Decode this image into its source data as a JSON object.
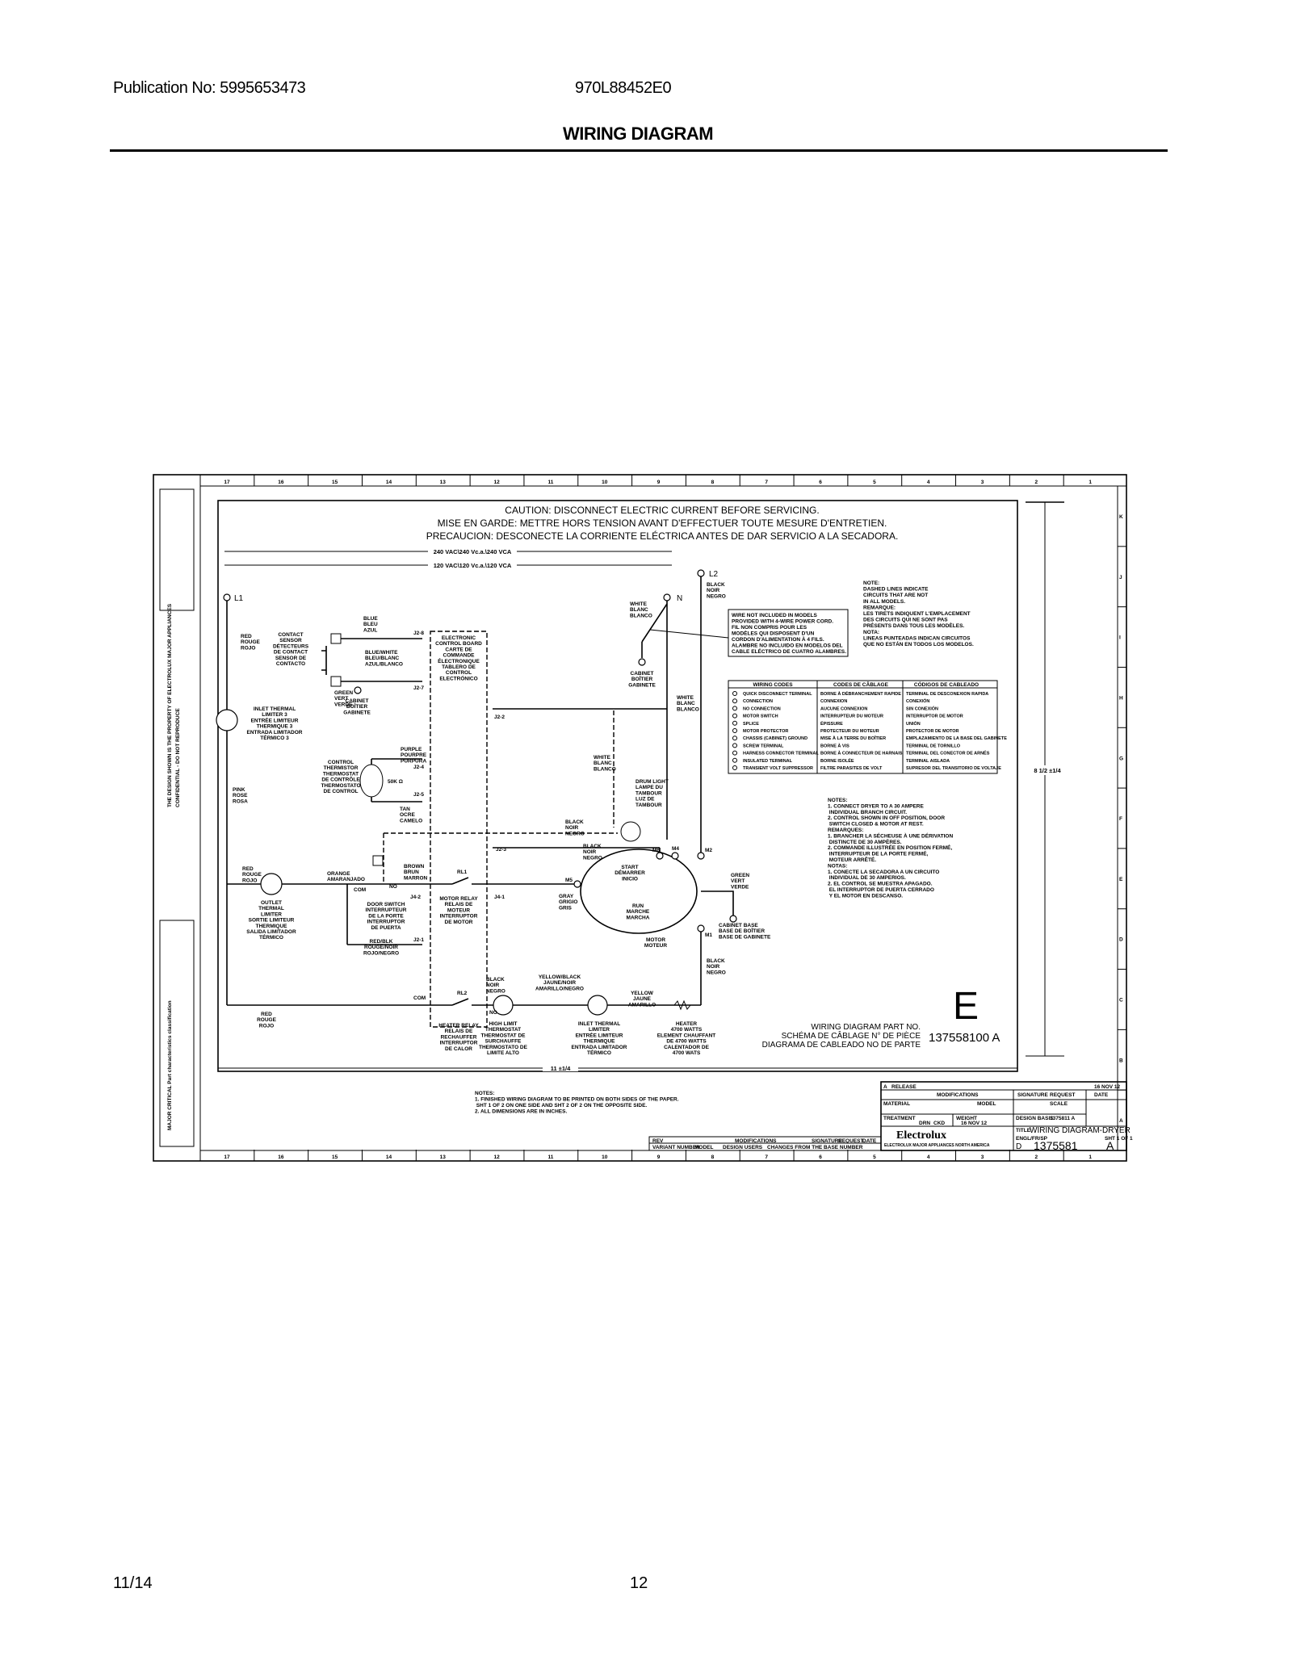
{
  "header": {
    "publication": "Publication No: 5995653473",
    "model": "970L88452E0",
    "title": "WIRING DIAGRAM"
  },
  "footer": {
    "date": "11/14",
    "page": "12"
  },
  "diagram": {
    "columns": [
      "17",
      "16",
      "15",
      "14",
      "13",
      "12",
      "11",
      "10",
      "9",
      "8",
      "7",
      "6",
      "5",
      "4",
      "3",
      "2",
      "1"
    ],
    "rows": [
      "K",
      "J",
      "I",
      "H",
      "G",
      "F",
      "E",
      "D",
      "C",
      "B",
      "A"
    ],
    "caution": [
      "CAUTION: DISCONNECT ELECTRIC CURRENT BEFORE SERVICING.",
      "MISE EN GARDE: METTRE HORS TENSION AVANT D'EFFECTUER TOUTE MESURE D'ENTRETIEN.",
      "PRECAUCION: DESCONECTE LA CORRIENTE ELÉCTRICA ANTES DE DAR SERVICIO A LA SECADORA."
    ],
    "v240": "240 VAC\\240 Vc.a.\\240 VCA",
    "v120": "120 VAC\\120 Vc.a.\\120 VCA",
    "L1": "L1",
    "N": "N",
    "L2": "L2",
    "labels": {
      "red_top": [
        "RED",
        "ROUGE",
        "ROJO"
      ],
      "contact_sensor": [
        "CONTACT",
        "SENSOR",
        "DÉTECTEURS",
        "DE CONTACT",
        "SENSOR DE",
        "CONTACTO"
      ],
      "blue": [
        "BLUE",
        "BLEU",
        "AZUL"
      ],
      "blue_white": [
        "BLUE/WHITE",
        "BLEU/BLANC",
        "AZUL/BLANCO"
      ],
      "green_top": [
        "GREEN",
        "VERT",
        "VERDE"
      ],
      "cabinet_top": [
        "CABINET",
        "BOÎTIER",
        "GABINETE"
      ],
      "ecb": [
        "ELECTRONIC",
        "CONTROL BOARD",
        "CARTE DE",
        "COMMANDE",
        "ÉLECTRONIQUE",
        "TABLERO DE",
        "CONTROL",
        "ELECTRÓNICO"
      ],
      "j2_8": "J2-8",
      "j2_7": "J2-7",
      "j2_2": "J2-2",
      "j2_4": "J2-4",
      "j2_5": "J2-5",
      "j2_3": "J2-3",
      "j2_1": "J2-1",
      "j4_2": "J4-2",
      "j4_1": "J4-1",
      "white_n": [
        "WHITE",
        "BLANC",
        "BLANCO"
      ],
      "cabinet_n": [
        "CABINET",
        "BOÎTIER",
        "GABINETE"
      ],
      "black_l2": [
        "BLACK",
        "NOIR",
        "NEGRO"
      ],
      "white_right": [
        "WHITE",
        "BLANC",
        "BLANCO"
      ],
      "inlet_limiter3": [
        "INLET THERMAL",
        "LIMITER 3",
        "ENTRÉE LIMITEUR",
        "THERMIQUE 3",
        "ENTRADA LIMITADOR",
        "TÉRMICO 3"
      ],
      "purple": [
        "PURPLE",
        "POURPRE",
        "PURPURA"
      ],
      "thermistor": [
        "CONTROL",
        "THERMISTOR",
        "THERMOSTAT",
        "DE CONTRÔLE",
        "THERMOSTATO",
        "DE CONTROL"
      ],
      "ohms": "50K Ω",
      "tan": [
        "TAN",
        "OCRE",
        "CAMELO"
      ],
      "pink": [
        "PINK",
        "ROSE",
        "ROSA"
      ],
      "white_dash": [
        "WHITE",
        "BLANC",
        "BLANCO"
      ],
      "drum_light": [
        "DRUM LIGHT",
        "LAMPE DU",
        "TAMBOUR",
        "LUZ DE",
        "TAMBOUR"
      ],
      "black_lamp": [
        "BLACK",
        "NOIR",
        "NEGRO"
      ],
      "black_j23": [
        "BLACK",
        "NOIR",
        "NEGRO"
      ],
      "start": [
        "START",
        "DÉMARRER",
        "INICIO"
      ],
      "run": [
        "RUN",
        "MARCHE",
        "MARCHA"
      ],
      "motor": [
        "MOTOR",
        "MOTEUR"
      ],
      "m6": "M6",
      "m4": "M4",
      "m2": "M2",
      "m5": "M5",
      "m1": "M1",
      "green_motor": [
        "GREEN",
        "VERT",
        "VERDE"
      ],
      "cabinet_base": [
        "CABINET BASE",
        "BASE DE BOÎTIER",
        "BASE DE GABINETE"
      ],
      "gray": [
        "GRAY",
        "GRIGIO",
        "GRIS"
      ],
      "red_outlet": [
        "RED",
        "ROUGE",
        "ROJO"
      ],
      "outlet_limiter": [
        "OUTLET",
        "THERMAL",
        "LIMITER",
        "SORTIE LIMITEUR",
        "THERMIQUE",
        "SALIDA LIMITADOR",
        "TÉRMICO"
      ],
      "orange": [
        "ORANGE",
        "AMARANJADO"
      ],
      "com_door": "COM",
      "no_door": "NO",
      "brown": [
        "BROWN",
        "BRUN",
        "MARRON"
      ],
      "door_switch": [
        "DOOR SWITCH",
        "INTERRUPTEUR",
        "DE LA PORTE",
        "INTERRUPTOR",
        "DE PUERTA"
      ],
      "rl1": "RL1",
      "motor_relay": [
        "MOTOR RELAY",
        "RELAIS DE",
        "MOTEUR",
        "INTERRUPTOR",
        "DE MOTOR"
      ],
      "red_blk": [
        "RED/BLK",
        "ROUGE/NOIR",
        "ROJO/NEGRO"
      ],
      "red_bottom": [
        "RED",
        "ROUGE",
        "ROJO"
      ],
      "com_heat": "COM",
      "rl2": "RL2",
      "no_heat": "NO",
      "heater_relay": [
        "HEATER RELAY",
        "RELAIS DE",
        "RECHAUFFER",
        "INTERRUPTOR",
        "DE CALOR"
      ],
      "black_hl": [
        "BLACK",
        "NOIR",
        "NEGRO"
      ],
      "high_limit": [
        "HIGH LIMIT",
        "THERMOSTAT",
        "THERMOSTAT DE",
        "SURCHAUFFE",
        "THERMOSTATO DE",
        "LIMITE ALTO"
      ],
      "yellow_black": [
        "YELLOW/BLACK",
        "JAUNE/NOIR",
        "AMARILLO/NEGRO"
      ],
      "inlet_limiter": [
        "INLET THERMAL",
        "LIMITER",
        "ENTRÉE LIMITEUR",
        "THERMIQUE",
        "ENTRADA LIMITADOR",
        "TÉRMICO"
      ],
      "yellow": [
        "YELLOW",
        "JAUNE",
        "AMARILLO"
      ],
      "heater": [
        "HEATER",
        "4700 WATTS",
        "ELEMENT CHAUFFANT",
        "DE 4700 WATTS",
        "CALENTADOR DE",
        "4700 WATS"
      ],
      "black_heater": [
        "BLACK",
        "NOIR",
        "NEGRO"
      ]
    },
    "wire_note": [
      "WIRE NOT INCLUDED IN MODELS",
      "PROVIDED WITH 4-WIRE POWER CORD.",
      "FIL NON COMPRIS POUR LES",
      "MODÈLES QUI DISPOSENT D'UN",
      "CORDON D'ALIMENTATION À 4 FILS.",
      "ALAMBRE NO INCLUIDO EN MODELOS DEL",
      "CABLE ELÉCTRICO DE CUATRO ALAMBRES."
    ],
    "dashed_note": [
      "NOTE:",
      "DASHED LINES INDICATE",
      "CIRCUITS THAT ARE NOT",
      "IN ALL MODELS.",
      "REMARQUE:",
      "LES TIRETS INDIQUENT L'EMPLACEMENT",
      "DES CIRCUITS QUI NE SONT PAS",
      "PRÉSENTS DANS TOUS LES MODÈLES.",
      "NOTA:",
      "LINEAS PUNTEADAS INDICAN CIRCUITOS",
      "QUE NO ESTÁN EN TODOS LOS MODELOS."
    ],
    "wiring_codes": {
      "headers": [
        "WIRING CODES",
        "CODES DE CÂBLAGE",
        "CÓDIGOS DE CABLEADO"
      ],
      "rows": [
        [
          "QUICK DISCONNECT TERMINAL",
          "BORNE À DÉBRANCHEMENT RAPIDE",
          "TERMINAL DE DESCONEXION RAPIDA"
        ],
        [
          "CONNECTION",
          "CONNEXION",
          "CONEXIÓN"
        ],
        [
          "NO CONNECTION",
          "AUCUNE CONNEXION",
          "SIN CONEXIÓN"
        ],
        [
          "MOTOR SWITCH",
          "INTERRUPTEUR DU MOTEUR",
          "INTERRUPTOR DE MOTOR"
        ],
        [
          "SPLICE",
          "ÉPISSURE",
          "UNIÓN"
        ],
        [
          "MOTOR PROTECTOR",
          "PROTECTEUR DU MOTEUR",
          "PROTECTOR DE MOTOR"
        ],
        [
          "CHASSIS (CABINET) GROUND",
          "MISE À LA TERRE DU BOÎTIER",
          "EMPLAZAMIENTO DE LA BASE DEL GABINETE"
        ],
        [
          "SCREW TERMINAL",
          "BORNE À VIS",
          "TERMINAL DE TORNILLO"
        ],
        [
          "HARNESS CONNECTOR TERMINAL",
          "BORNE À CONNECTEUR DE HARNAIS",
          "TERMINAL DEL CONECTOR DE ARNÉS"
        ],
        [
          "INSULATED TERMINAL",
          "BORNE ISOLÉE",
          "TERMINAL AISLADA"
        ],
        [
          "TRANSIENT VOLT SUPPRESSOR",
          "FILTRE PARASITES DE VOLT",
          "SUPRESOR DEL TRANSITORIO DE VOLTAJE"
        ]
      ]
    },
    "notes": [
      "NOTES:",
      "1. CONNECT DRYER TO A 30 AMPERE",
      "   INDIVIDUAL BRANCH CIRCUIT.",
      "2. CONTROL SHOWN IN OFF POSITION, DOOR",
      "   SWITCH CLOSED & MOTOR AT REST.",
      "REMARQUES:",
      "1. BRANCHER LA SÉCHEUSE À UNE DÉRIVATION",
      "   DISTINCTE DE 30 AMPÈRES.",
      "2. COMMANDE ILLUSTRÉE EN POSITION FERMÉ,",
      "   INTERRUPTEUR DE LA PORTE FERMÉ,",
      "   MOTEUR ARRÊTÉ.",
      "NOTAS:",
      "1. CONECTE LA SECADORA A UN CIRCUITO",
      "   INDIVIDUAL DE 30 AMPERIOS.",
      "2. EL CONTROL SE MUESTRA APAGADO.",
      "   EL INTERRUPTOR DE PUERTA CERRADO",
      "   Y EL MOTOR EN DESCANSO."
    ],
    "big_letter": "E",
    "part_label": [
      "WIRING DIAGRAM PART NO.",
      "SCHÉMA DE CÂBLAGE N° DE PIÈCE",
      "DIAGRAMA DE CABLEADO NO DE PARTE"
    ],
    "part_number": "137558100 A",
    "dim_width": "11 ±1/4",
    "dim_height": "8 1/2 ±1/4",
    "bottom_notes": [
      "NOTES:",
      "1. FINISHED WIRING DIAGRAM TO BE PRINTED ON BOTH SIDES OF THE PAPER.",
      "   SHT 1 OF 2 ON ONE SIDE AND SHT 2 OF 2 ON THE OPPOSITE SIDE.",
      "2. ALL DIMENSIONS ARE IN INCHES."
    ],
    "revision_strip": {
      "top": [
        "REV",
        "MODIFICATIONS",
        "SIGNATURE",
        "REQUEST",
        "DATE"
      ],
      "bottom": [
        "VARIANT NUMBER",
        "MODEL",
        "DESIGN USERS",
        "CHANGES FROM THE BASE NUMBER"
      ]
    },
    "title_block": {
      "rev": "A",
      "release": "RELEASE",
      "mod_label": "MODIFICATIONS",
      "signature": "SIGNATURE",
      "request": "REQUEST",
      "date_label": "DATE",
      "date": "16 NOV 12",
      "material": "MATERIAL",
      "model": "MODEL",
      "scale": "SCALE",
      "treatment": "TREATMENT",
      "weight": "WEIGHT",
      "design_basis": "DESIGN BASIS",
      "drawn": "DRN",
      "checked": "CKD",
      "drawn_date": "16 NOV 12",
      "ref": "1375811 A",
      "company": "Electrolux",
      "company_sub": [
        "ELECTROLUX MAJOR APPLIANCES NORTH AMERICA",
        ""
      ],
      "title_label": "TITLE",
      "title": "WIRING DIAGRAM-DRYER",
      "lang": "ENGL/FR/SP",
      "sheet": "SHT 1 OF 1",
      "size": "D",
      "number": "1375581",
      "rev_big": "A"
    },
    "stamp": [
      "THE DESIGN SHOWN IS THE PROPERTY OF ELECTROLUX MAJOR APPLIANCES",
      "CONFIDENTIAL - DO NOT REPRODUCE",
      "MAJOR  CRITICAL  Part characteristics classification"
    ]
  }
}
